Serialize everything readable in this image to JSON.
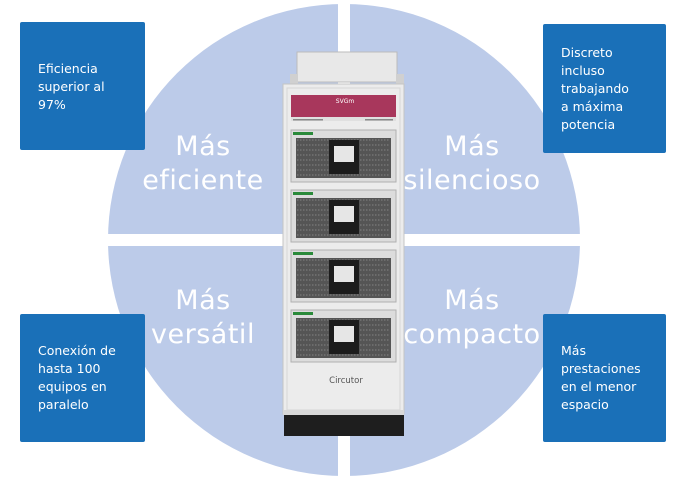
{
  "colors": {
    "quadrant": "#bccbe9",
    "box": "#1a70b8",
    "cabinet_body": "#ececec",
    "cabinet_header": "#a8375c",
    "cabinet_base": "#1e1e1e"
  },
  "quadrants": {
    "top_left": {
      "line1": "Más",
      "line2": "eficiente"
    },
    "top_right": {
      "line1": "Más",
      "line2": "silencioso"
    },
    "bottom_left": {
      "line1": "Más",
      "line2": "versátil"
    },
    "bottom_right": {
      "line1": "Más",
      "line2": "compacto"
    }
  },
  "boxes": {
    "top_left": "Eficiencia\nsuperior al\n97%",
    "top_right": "Discreto\nincluso\ntrabajando\na máxima\npotencia",
    "bottom_left": "Conexión de\nhasta 100\nequipos en\nparalelo",
    "bottom_right": "Más\nprestaciones\nen el menor\nespacio"
  },
  "cabinet": {
    "model": "SVGm",
    "brand": "Circutor",
    "module_count": 4
  }
}
